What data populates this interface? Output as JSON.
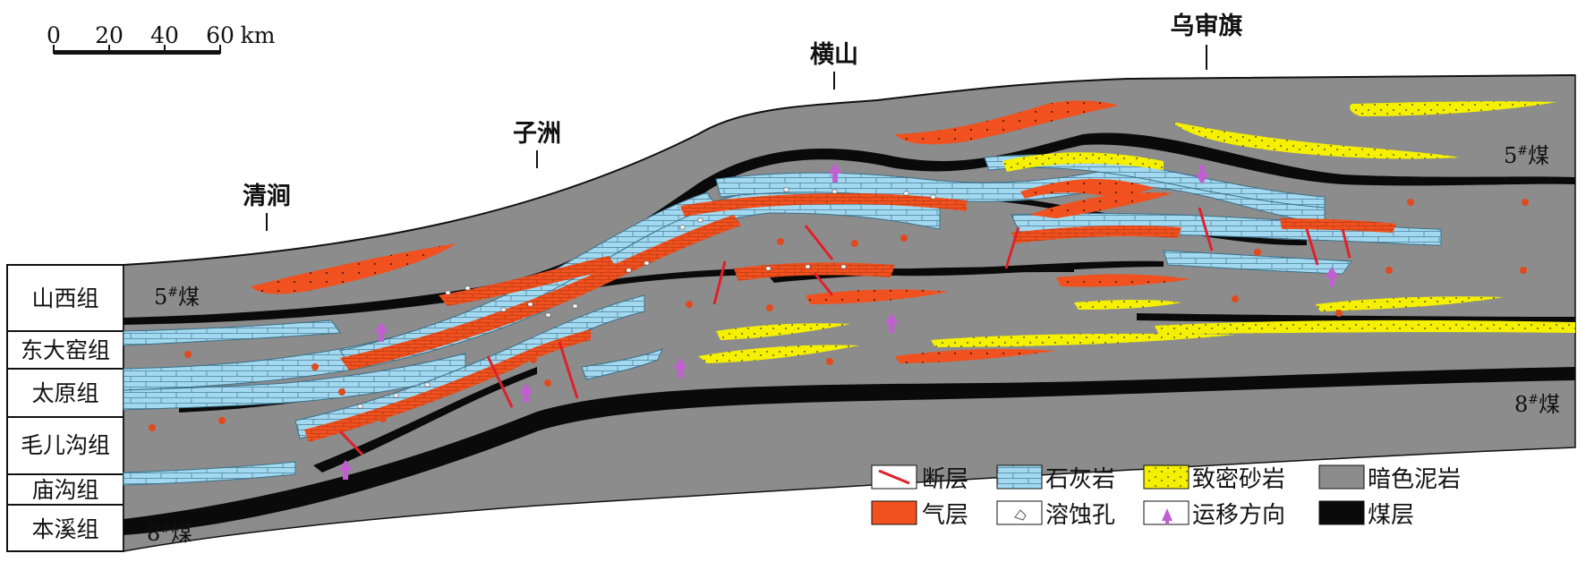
{
  "scale": {
    "ticks": [
      "0",
      "20",
      "40",
      "60"
    ],
    "unit": "km"
  },
  "locations": [
    {
      "id": "qingjian",
      "label": "清涧"
    },
    {
      "id": "zizhou",
      "label": "子洲"
    },
    {
      "id": "hengshan",
      "label": "横山"
    },
    {
      "id": "wushenqi",
      "label": "乌审旗"
    }
  ],
  "formations": [
    {
      "id": "shanxi",
      "label": "山西组"
    },
    {
      "id": "dongdayao",
      "label": "东大窑组"
    },
    {
      "id": "taiyuan",
      "label": "太原组"
    },
    {
      "id": "maoergou",
      "label": "毛儿沟组"
    },
    {
      "id": "miaogou",
      "label": "庙沟组"
    },
    {
      "id": "benxi",
      "label": "本溪组"
    }
  ],
  "coal_labels": {
    "left_upper": {
      "num": "5",
      "sup": "#",
      "word": "煤"
    },
    "left_lower": {
      "num": "8",
      "sup": "#",
      "word": "煤"
    },
    "right_upper": {
      "num": "5",
      "sup": "#",
      "word": "煤"
    },
    "right_lower": {
      "num": "8",
      "sup": "#",
      "word": "煤"
    }
  },
  "legend": [
    {
      "id": "fault",
      "label": "断层"
    },
    {
      "id": "limestone",
      "label": "石灰岩"
    },
    {
      "id": "tight-sandstone",
      "label": "致密砂岩"
    },
    {
      "id": "dark-mudstone",
      "label": "暗色泥岩"
    },
    {
      "id": "gas-layer",
      "label": "气层"
    },
    {
      "id": "dissolution-pore",
      "label": "溶蚀孔"
    },
    {
      "id": "migration-direction",
      "label": "运移方向"
    },
    {
      "id": "coal-seam",
      "label": "煤层"
    }
  ],
  "colors": {
    "mudstone": "#8c8c8c",
    "limestone": "#a3d9f0",
    "gas": "#f0511e",
    "sandstone": "#f5f000",
    "coal": "#0a0a0a",
    "fault": "#e0202a",
    "migration": "#c060d0"
  }
}
